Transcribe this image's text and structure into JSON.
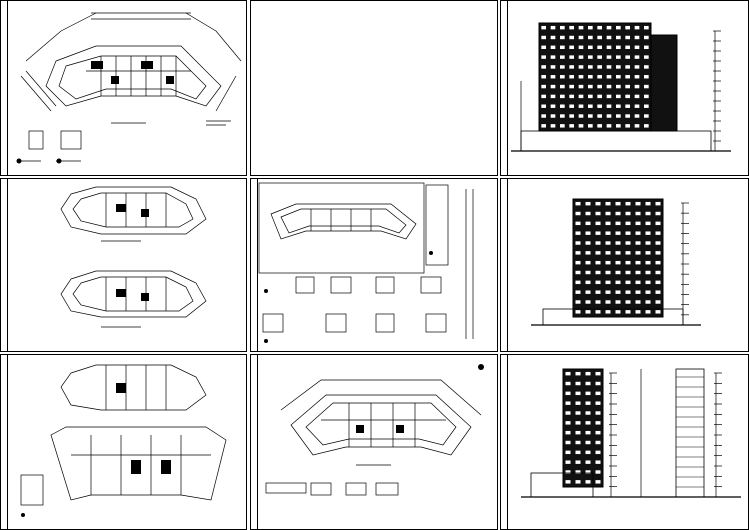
{
  "sheets": [
    {
      "id": "plan-a",
      "kind": "floor-plan"
    },
    {
      "id": "blank",
      "kind": "blank"
    },
    {
      "id": "elev-a",
      "kind": "elevation"
    },
    {
      "id": "plan-pair",
      "kind": "floor-plan-pair"
    },
    {
      "id": "details",
      "kind": "details"
    },
    {
      "id": "elev-b",
      "kind": "elevation"
    },
    {
      "id": "plan-c",
      "kind": "floor-plan-and-stair"
    },
    {
      "id": "plan-d",
      "kind": "floor-plan"
    },
    {
      "id": "elev-c",
      "kind": "elevation-and-section"
    }
  ],
  "colors": {
    "line": "#000000",
    "paper": "#ffffff",
    "fill": "#111111",
    "window": "#ffffff"
  }
}
